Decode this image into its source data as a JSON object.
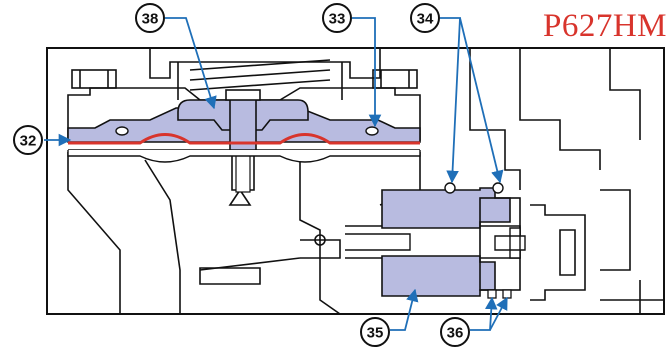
{
  "model": "P627HM",
  "colors": {
    "part_fill": "#b8bbe0",
    "diaphragm": "#d8342c",
    "leader": "#1f6fb8",
    "outline": "#111111",
    "model_text": "#d8342c"
  },
  "callouts": [
    {
      "id": "c32",
      "label": "32"
    },
    {
      "id": "c38",
      "label": "38"
    },
    {
      "id": "c33",
      "label": "33"
    },
    {
      "id": "c34",
      "label": "34"
    },
    {
      "id": "c35",
      "label": "35"
    },
    {
      "id": "c36",
      "label": "36"
    }
  ]
}
